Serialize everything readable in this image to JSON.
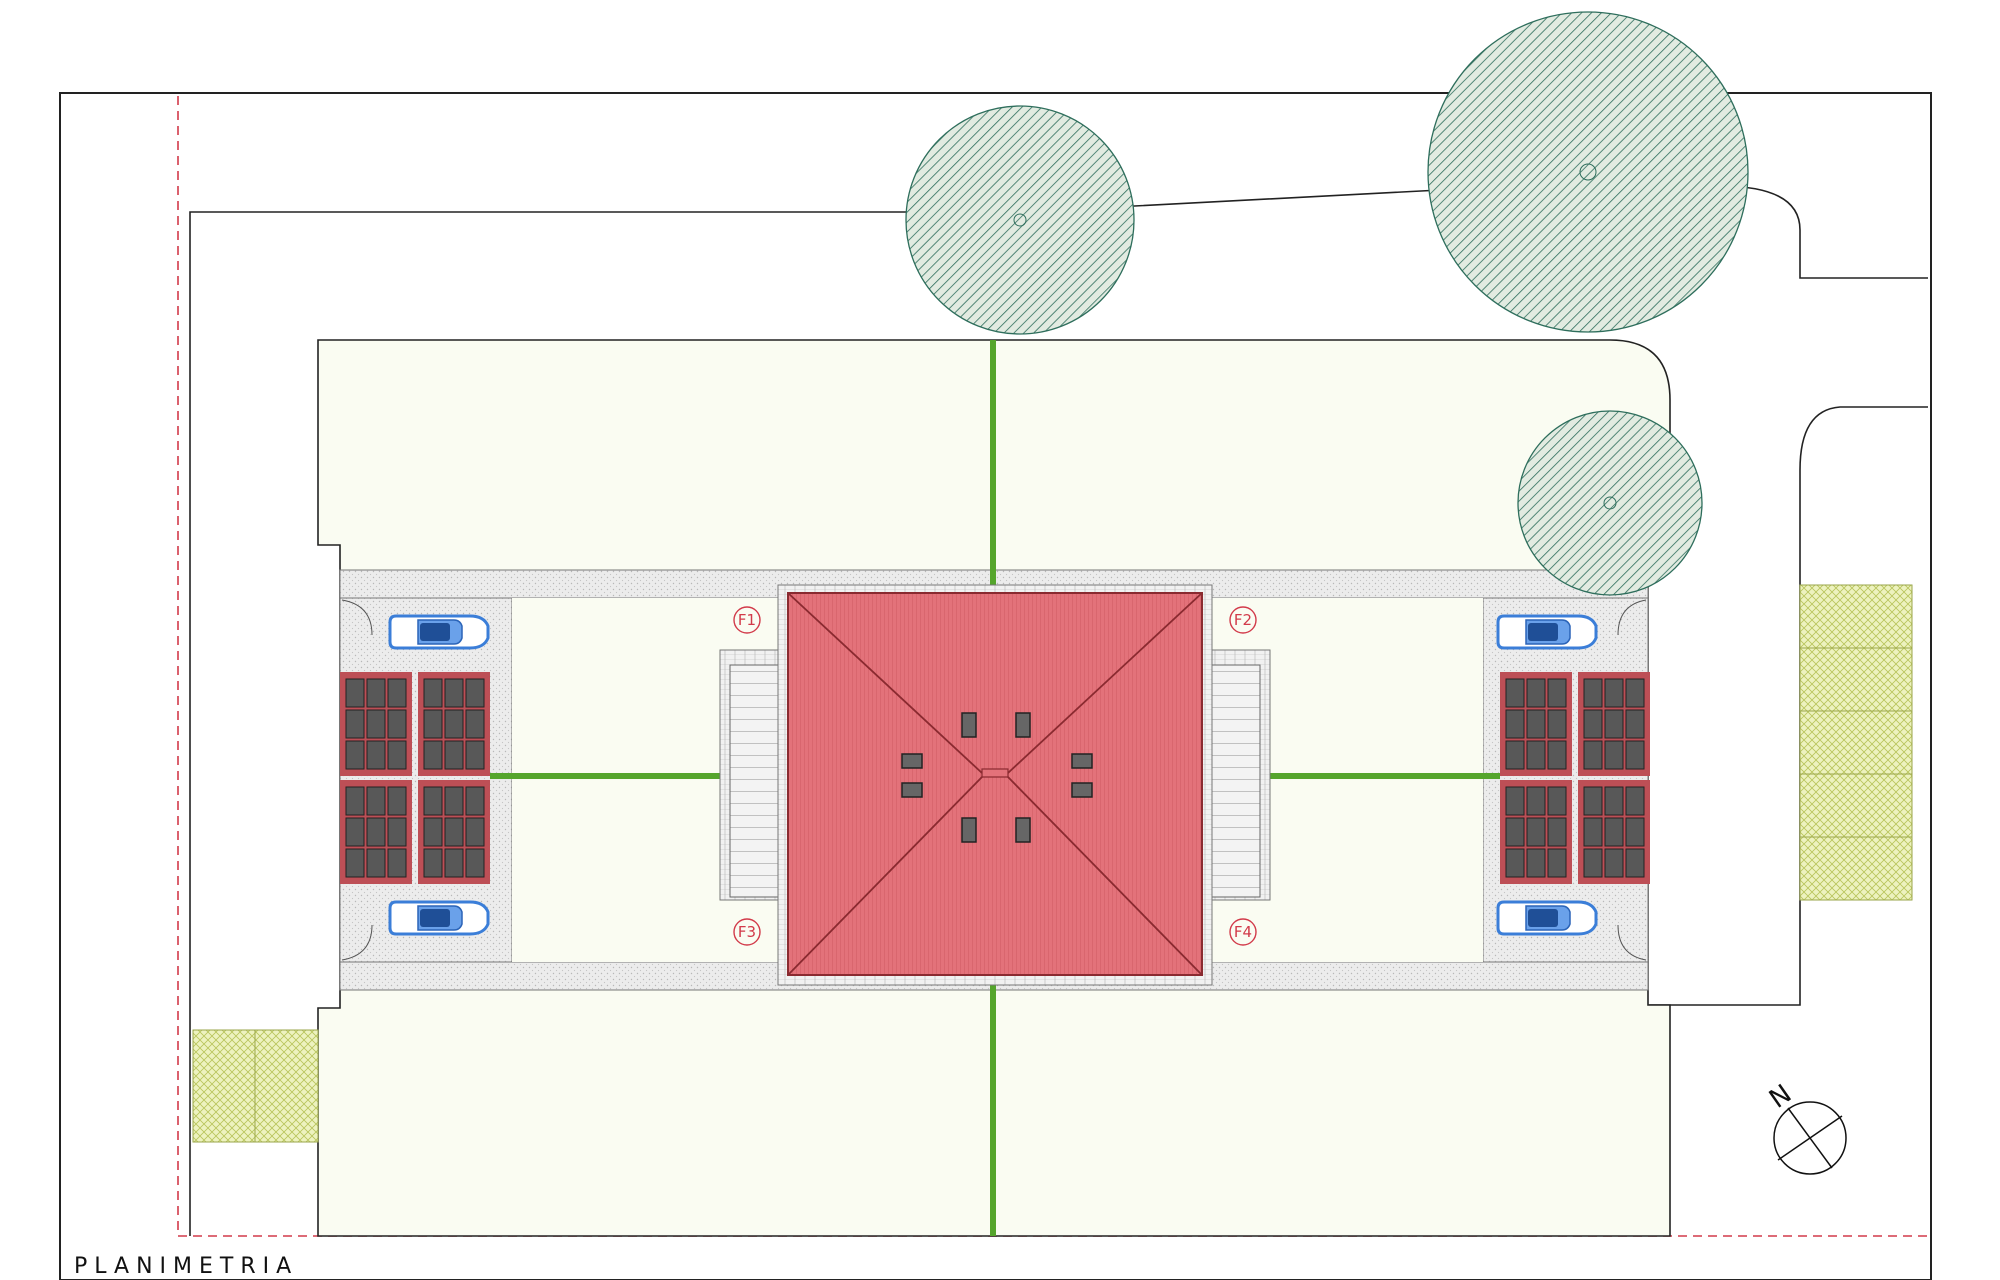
{
  "title": "PLANIMETRIA",
  "north_label": "N",
  "units": [
    "F1",
    "F2",
    "F3",
    "F4"
  ],
  "colors": {
    "roof": "#e3727a",
    "roof_line": "#8a2a30",
    "garden": "#fafcf2",
    "hedge": "#55a52c",
    "tree": "#2e6e5c",
    "solar_panel": "#585858",
    "parking_zone": "#e3ec9e",
    "boundary": "#d23a4a",
    "car": "#3b7ed8"
  },
  "icons": [
    "tree-symbol",
    "car-icon",
    "solar-panel-icon",
    "chimney-icon",
    "north-arrow-icon"
  ]
}
